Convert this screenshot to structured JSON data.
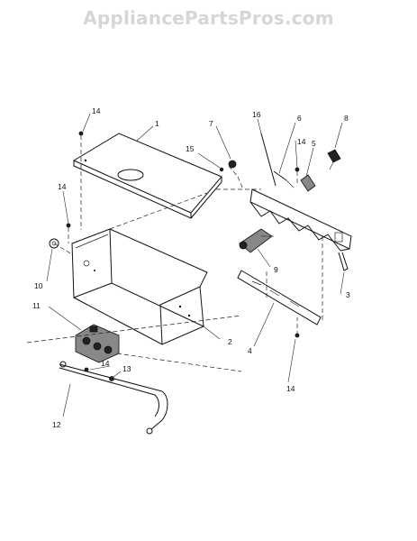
{
  "watermark": "AppliancePartsPros.com",
  "callouts": {
    "c1": "1",
    "c2": "2",
    "c3": "3",
    "c4": "4",
    "c5": "5",
    "c6": "6",
    "c7": "7",
    "c8": "8",
    "c9": "9",
    "c10": "10",
    "c11": "11",
    "c12": "12",
    "c13": "13",
    "c14a": "14",
    "c14b": "14",
    "c14c": "14",
    "c14d": "14",
    "c14e": "14",
    "c15": "15",
    "c16": "16"
  }
}
